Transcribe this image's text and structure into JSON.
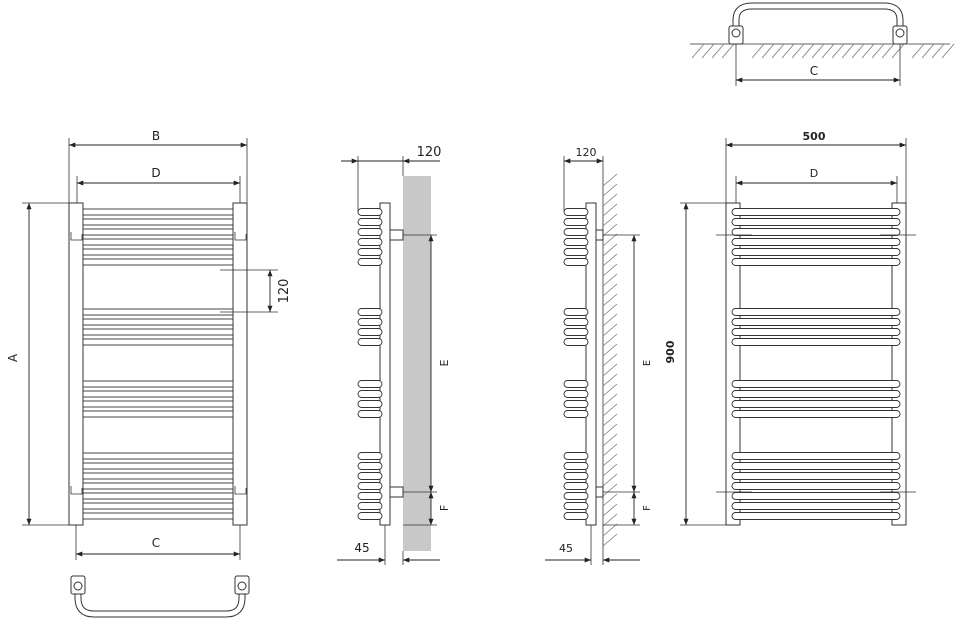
{
  "labels": {
    "top_view_c": "C",
    "front_a": "A",
    "front_b": "B",
    "front_d": "D",
    "front_spacing": "120",
    "front_c": "C",
    "side1_top": "120",
    "side1_e": "E",
    "side1_f": "F",
    "side1_bottom": "45",
    "side2_top": "120",
    "side2_e": "E",
    "side2_f": "F",
    "side2_bottom": "45",
    "front2_width": "500",
    "front2_d": "D",
    "front2_height": "900"
  },
  "colors": {
    "line": "#333333",
    "wall_panel": "#c8c8c8",
    "background": "#ffffff"
  }
}
